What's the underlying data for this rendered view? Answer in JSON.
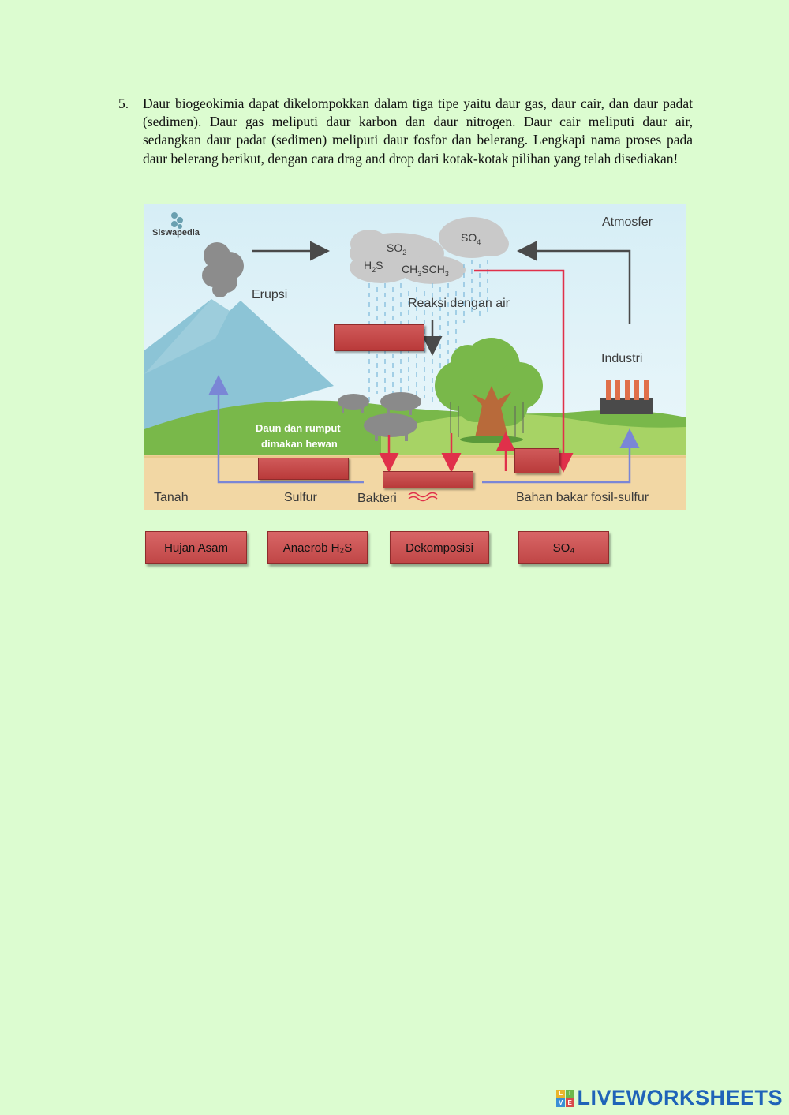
{
  "question": {
    "number": "5.",
    "text": "Daur biogeokimia dapat dikelompokkan dalam tiga tipe yaitu daur gas, daur cair, dan daur padat (sedimen). Daur gas meliputi daur karbon dan daur nitrogen. Daur cair meliputi daur air, sedangkan daur padat (sedimen) meliputi daur fosfor dan belerang. Lengkapi nama proses pada daur belerang berikut, dengan cara drag and drop dari kotak-kotak pilihan yang telah disediakan!"
  },
  "diagram": {
    "watermark": "Siswapedia",
    "labels": {
      "atmosfer": "Atmosfer",
      "erupsi": "Erupsi",
      "reaksi": "Reaksi dengan air",
      "industri": "Industri",
      "daun_line1": "Daun dan rumput",
      "daun_line2": "dimakan hewan",
      "tanah": "Tanah",
      "sulfur": "Sulfur",
      "bakteri": "Bakteri",
      "bahan": "Bahan bakar fosil-sulfur"
    },
    "gases": {
      "so2": "SO",
      "so2_sub": "2",
      "so4": "SO",
      "so4_sub": "4",
      "h2s_a": "H",
      "h2s_sub": "2",
      "h2s_b": "S",
      "ch3sch3_a": "CH",
      "ch3sch3_sub1": "3",
      "ch3sch3_b": "SCH",
      "ch3sch3_sub2": "3"
    }
  },
  "choices": [
    {
      "label": "Hujan Asam"
    },
    {
      "label": "Anaerob H₂S"
    },
    {
      "label": "Dekomposisi"
    },
    {
      "label": "SO₄"
    }
  ],
  "colors": {
    "page_bg": "#dcfcd0",
    "drop_box": "#c84a4a",
    "arrow_red": "#e0304a",
    "arrow_blue": "#7a86d6",
    "arrow_dark": "#4a4a4a"
  },
  "brand": {
    "logo": [
      "L",
      "I",
      "V",
      "E"
    ],
    "text": "LIVEWORKSHEETS"
  }
}
